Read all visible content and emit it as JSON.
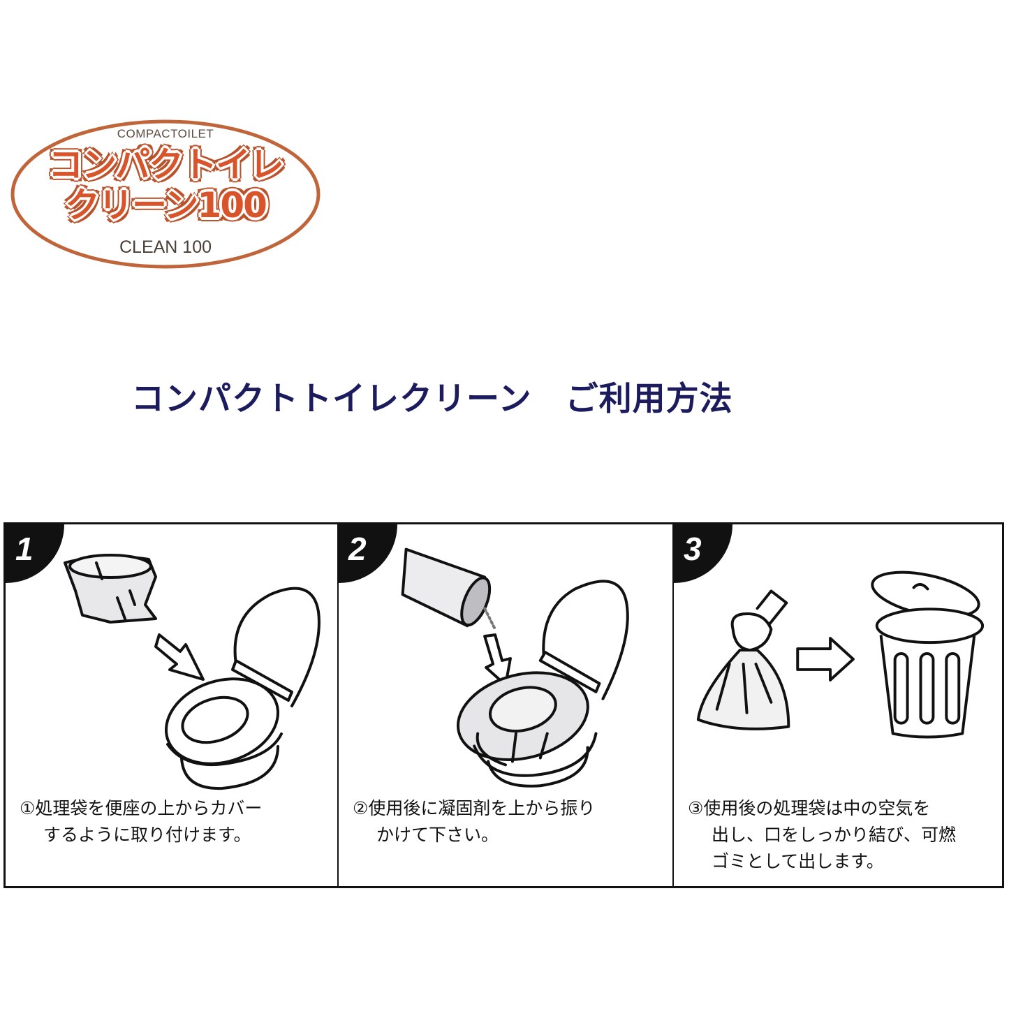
{
  "logo": {
    "top_text": "COMPACTOILET",
    "jp_line1": "コンパクトイレ",
    "jp_line2": "クリーン100",
    "bottom_text": "CLEAN 100",
    "colors": {
      "fill": "#d8542a",
      "outline": "#c0653a",
      "text": "#4a3e36"
    }
  },
  "title": "コンパクトトイレクリーン　ご利用方法",
  "title_color": "#1b1b5e",
  "steps": [
    {
      "number": "1",
      "illustration": "bag-over-toilet-seat",
      "caption_lines": [
        "①処理袋を便座の上からカバー",
        "するように取り付けます。"
      ]
    },
    {
      "number": "2",
      "illustration": "sprinkle-coagulant-on-toilet",
      "caption_lines": [
        "②使用後に凝固剤を上から振り",
        "かけて下さい。"
      ]
    },
    {
      "number": "3",
      "illustration": "tied-bag-to-trash-can",
      "caption_lines": [
        "③使用後の処理袋は中の空気を",
        "出し、口をしっかり結び、可燃",
        "ゴミとして出します。"
      ]
    }
  ]
}
